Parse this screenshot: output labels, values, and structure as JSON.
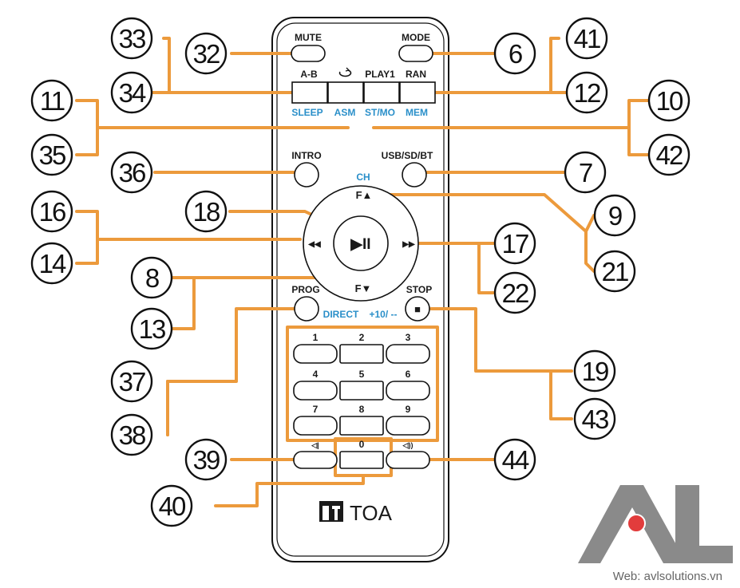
{
  "remote": {
    "labels": {
      "mute": "MUTE",
      "mode": "MODE",
      "ab": "A-B",
      "repeat_icon": "repeat-icon",
      "play1": "PLAY1",
      "ran": "RAN",
      "sleep": "SLEEP",
      "asm": "ASM",
      "stmo": "ST/MO",
      "mem": "MEM",
      "intro": "INTRO",
      "usb": "USB/SD/BT",
      "ch": "CH",
      "f_up": "F▲",
      "f_down": "F▼",
      "rew": "◀◀",
      "ffw": "▶▶",
      "play_pause": "▶II",
      "prog": "PROG",
      "direct": "DIRECT",
      "stop": "STOP",
      "plus10": "+10/ --",
      "stop_symbol": "■",
      "vol_down": "◁|",
      "vol_up": "◁))"
    },
    "keypad": [
      "1",
      "2",
      "3",
      "4",
      "5",
      "6",
      "7",
      "8",
      "9",
      "0"
    ],
    "brand": "TOA",
    "brand_logo": "toa-logo-icon"
  },
  "callouts": [
    "33",
    "32",
    "34",
    "11",
    "35",
    "36",
    "16",
    "14",
    "18",
    "8",
    "13",
    "37",
    "38",
    "39",
    "40",
    "6",
    "41",
    "12",
    "10",
    "42",
    "7",
    "9",
    "21",
    "17",
    "22",
    "19",
    "43",
    "44"
  ],
  "watermark": {
    "letters_logo": "AVL",
    "website": "Web: avlsolutions.vn"
  },
  "colors": {
    "leader": "#ec9a3c",
    "blue_text": "#2a8fc9",
    "logo_gray": "#8a8a8a",
    "logo_red": "#e23c3c"
  }
}
